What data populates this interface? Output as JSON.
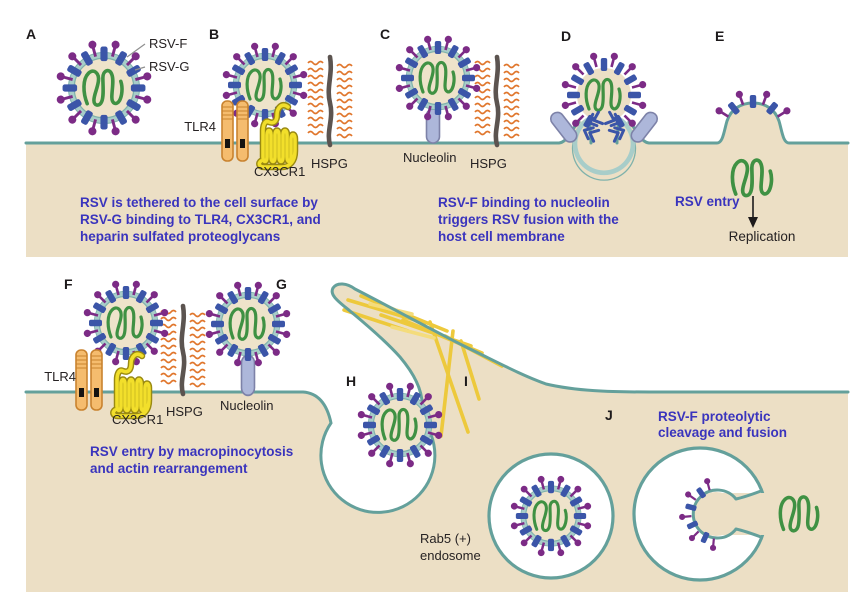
{
  "panels": {
    "a": "A",
    "b": "B",
    "c": "C",
    "d": "D",
    "e": "E",
    "f": "F",
    "g": "G",
    "h": "H",
    "i": "I",
    "j": "J"
  },
  "virus_labels": {
    "rsv_f": "RSV-F",
    "rsv_g": "RSV-G"
  },
  "receptor_labels": {
    "tlr4_top": "TLR4",
    "cx3cr1_top": "CX3CR1",
    "hspg_top_left": "HSPG",
    "nucleolin_top": "Nucleolin",
    "hspg_top_right": "HSPG",
    "tlr4_bottom": "TLR4",
    "cx3cr1_bottom": "CX3CR1",
    "hspg_bottom": "HSPG",
    "nucleolin_bottom": "Nucleolin"
  },
  "captions": {
    "tethering_line1": "RSV is tethered to the cell surface by",
    "tethering_line2": "RSV-G binding to TLR4, CX3CR1, and",
    "tethering_line3": "heparin sulfated proteoglycans",
    "fusion_line1": "RSV-F binding to nucleolin",
    "fusion_line2": "triggers RSV fusion with the",
    "fusion_line3": "host cell membrane",
    "entry": "RSV entry",
    "replication": "Replication",
    "macropinocytosis_line1": "RSV entry by macropinocytosis",
    "macropinocytosis_line2": "and actin rearrangement",
    "endosome_line1": "Rab5 (+)",
    "endosome_line2": "endosome",
    "cleavage_line1": "RSV-F proteolytic",
    "cleavage_line2": "cleavage and fusion"
  },
  "colors": {
    "background": "#ffffff",
    "caption_text": "#3a34bd",
    "label_text": "#262223",
    "cytoplasm": "#ecdfc5",
    "membrane": "#64a09b",
    "virus_envelope_ring": "#a8cdc9",
    "rsv_f_protein": "#3b55a8",
    "rsv_g_protein": "#7c2b86",
    "genome_green": "#3f9143",
    "tlr4_orange": "#f5bc6e",
    "cx3cr1_yellow": "#f2df2b",
    "hspg_core_gray": "#5c5450",
    "hspg_chain_orange": "#e0762c",
    "nucleolin_blue": "#adb7da",
    "actin_yellow": "#edc93c"
  }
}
